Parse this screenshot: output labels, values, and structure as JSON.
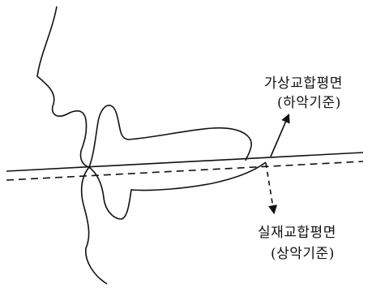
{
  "labels": {
    "virtual_plane": "가상교합평면",
    "virtual_basis": "(하악기준)",
    "actual_plane": "실재교합평면",
    "actual_basis": "(상악기준)"
  },
  "colors": {
    "line": "#111111",
    "background": "#ffffff"
  }
}
